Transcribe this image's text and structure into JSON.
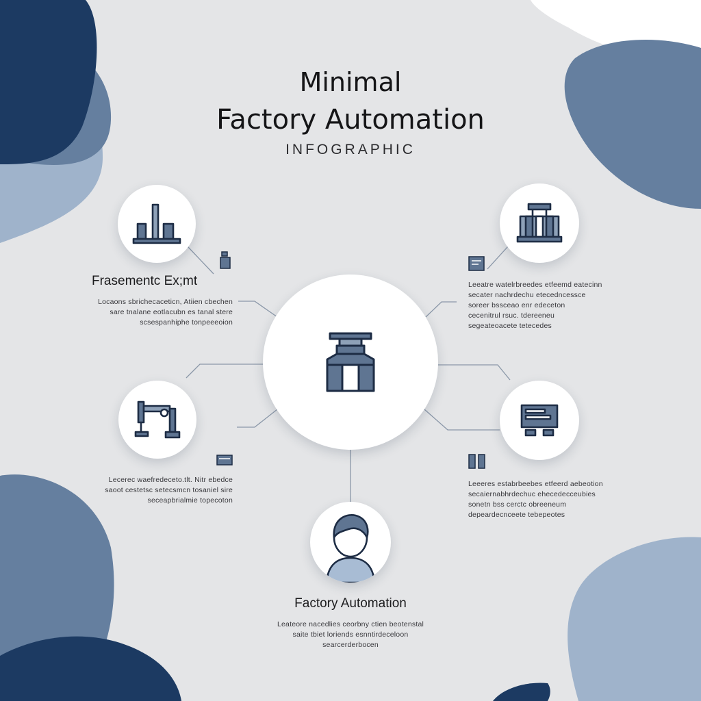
{
  "title": {
    "line1": "Minimal",
    "line2": "Factory Automation",
    "subtitle": "INFOGRAPHIC"
  },
  "colors": {
    "navy": "#1c3a62",
    "steel": "#657f9f",
    "light_steel": "#9fb3cb",
    "background": "#e4e5e7",
    "icon_fill": "#5f7592",
    "icon_stroke": "#1d2c44"
  },
  "nodes": {
    "center": {
      "icon": "factory-building-icon"
    },
    "top_left": {
      "icon": "industrial-plant-icon"
    },
    "top_right": {
      "icon": "factory-columns-icon"
    },
    "mid_left": {
      "icon": "robotic-arm-icon"
    },
    "mid_right": {
      "icon": "monitor-screen-icon"
    },
    "bottom": {
      "icon": "worker-avatar-icon"
    }
  },
  "sections": {
    "top_left": {
      "heading": "Frasementc Ex;mt",
      "lines": [
        "Locaons sbrichecaceticn, Atiien cbechen",
        "sare tnalane eotlacubn es tanal stere",
        "scsespanhiphe tonpeeeoion"
      ],
      "mini_icon": "pump-icon"
    },
    "top_right": {
      "lines": [
        "Leeatre watelrbreedes etfeemd eatecinn",
        "secater nachrdechu etecedncessce",
        "soreer bssceao enr edeceton",
        "cecenitrul rsuc. tdereeneu",
        "segeateoacete tetecedes"
      ],
      "mini_icon": "control-panel-icon"
    },
    "mid_left": {
      "lines": [
        "Lecerec waefredeceto.tlt. Nitr ebedce",
        "saoot cestetsc setecsmcn tosaniel sire",
        "seceapbrialmie topecoton"
      ],
      "mini_icon": "conveyor-icon"
    },
    "mid_right": {
      "lines": [
        "Leeeres estabrbeebes etfeerd aebeotion",
        "secaiernabhrdechuc ehecedecceubies",
        "sonetn bss cerctc obreeneum",
        "depeardecnceete tebepeotes"
      ],
      "mini_icon": "server-rack-icon"
    },
    "bottom": {
      "heading": "Factory Automation",
      "lines": [
        "Leateore nacedlies ceorbny ctien beotenstal",
        "saite tbiet loriends esnntirdeceloon",
        "searcerderbocen"
      ]
    }
  }
}
